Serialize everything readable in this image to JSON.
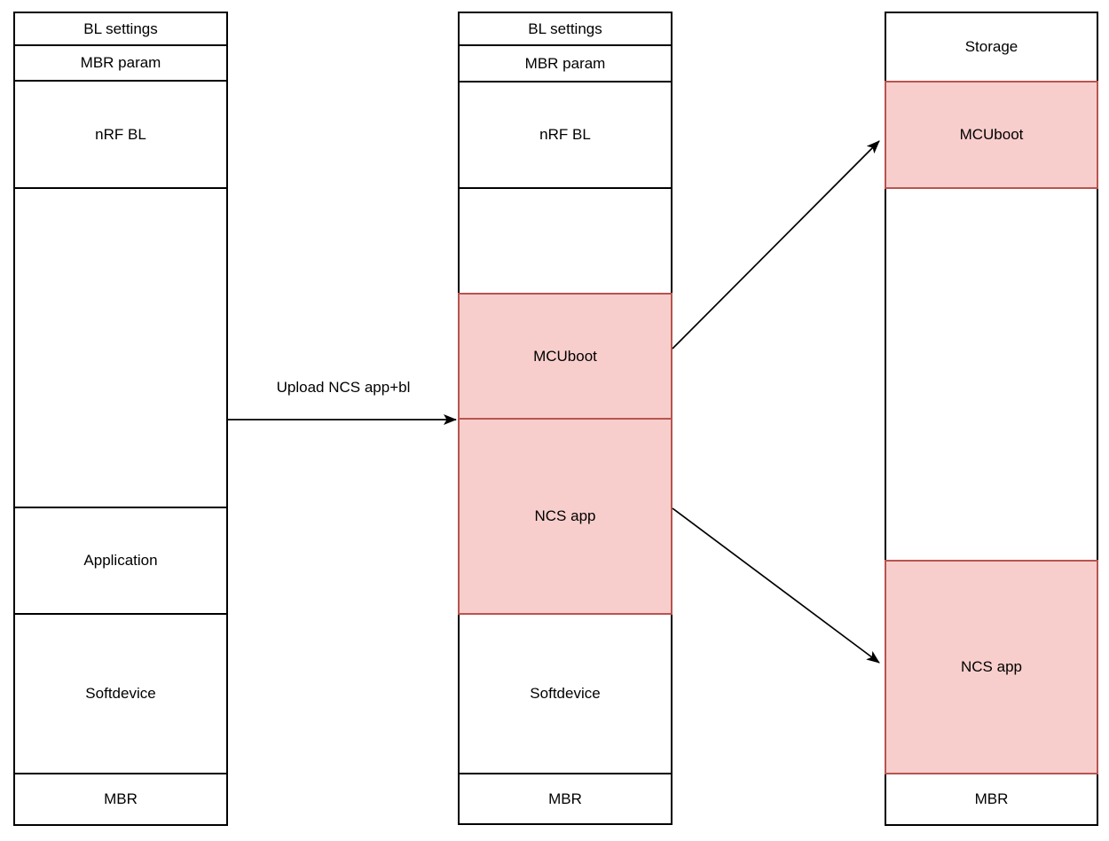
{
  "diagram": {
    "description": "Memory layout diagram showing upload of NCS app and bootloader",
    "colors": {
      "box_fill": "#ffffff",
      "box_stroke": "#000000",
      "highlight_fill": "#f8cecc",
      "highlight_stroke": "#b85450",
      "arrow_color": "#000000",
      "text_color": "#000000"
    },
    "columns": [
      {
        "name": "flash-layout-before",
        "segments": [
          {
            "label": "BL settings",
            "highlight": false
          },
          {
            "label": "MBR param",
            "highlight": false
          },
          {
            "label": "nRF BL",
            "highlight": false
          },
          {
            "label": "",
            "highlight": false
          },
          {
            "label": "Application",
            "highlight": false
          },
          {
            "label": "Softdevice",
            "highlight": false
          },
          {
            "label": "MBR",
            "highlight": false
          }
        ]
      },
      {
        "name": "flash-layout-after-upload",
        "segments": [
          {
            "label": "BL settings",
            "highlight": false
          },
          {
            "label": "MBR param",
            "highlight": false
          },
          {
            "label": "nRF BL",
            "highlight": false
          },
          {
            "label": "",
            "highlight": false
          },
          {
            "label": "MCUboot",
            "highlight": true
          },
          {
            "label": "NCS app",
            "highlight": true
          },
          {
            "label": "Softdevice",
            "highlight": false
          },
          {
            "label": "MBR",
            "highlight": false
          }
        ]
      },
      {
        "name": "flash-layout-final",
        "segments": [
          {
            "label": "Storage",
            "highlight": false
          },
          {
            "label": "MCUboot",
            "highlight": true
          },
          {
            "label": "",
            "highlight": false
          },
          {
            "label": "NCS app",
            "highlight": true
          },
          {
            "label": "MBR",
            "highlight": false
          }
        ]
      }
    ],
    "arrows": [
      {
        "name": "upload-arrow",
        "label": "Upload NCS app+bl"
      },
      {
        "name": "mcuboot-move-arrow",
        "label": ""
      },
      {
        "name": "ncs-app-move-arrow",
        "label": ""
      }
    ]
  }
}
